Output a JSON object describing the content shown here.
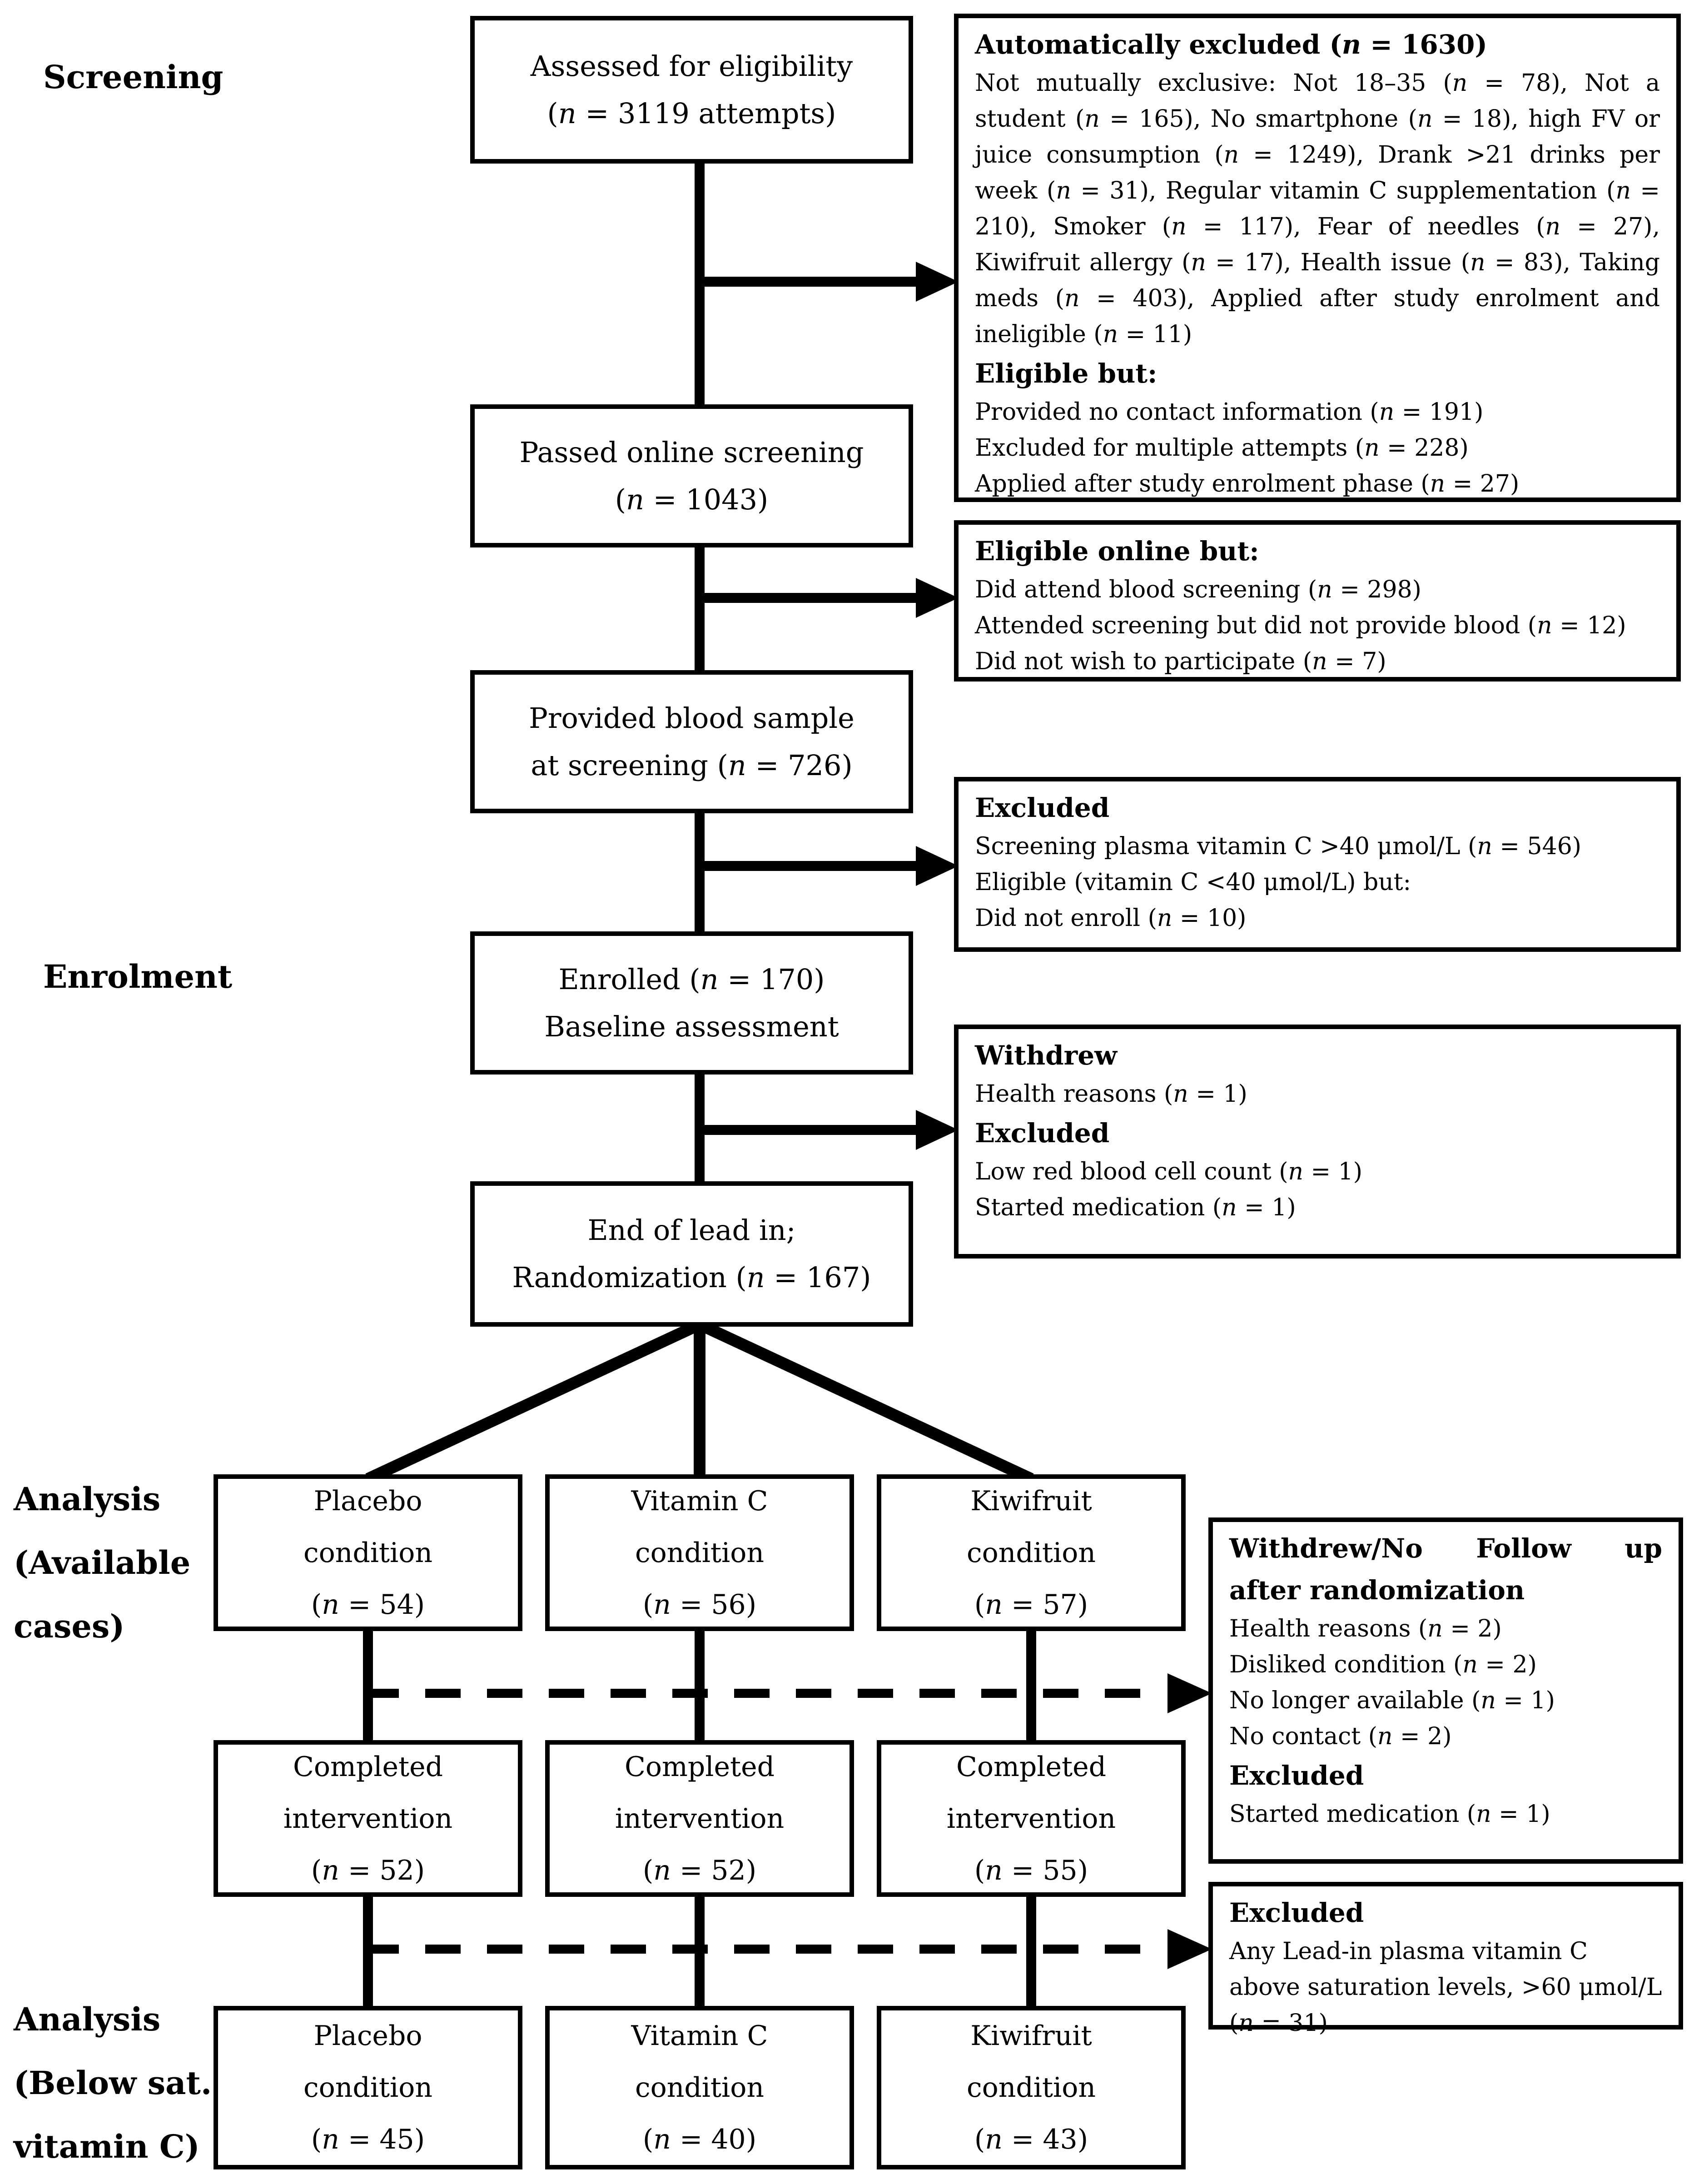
{
  "stage_labels": {
    "screening": "Screening",
    "enrolment": "Enrolment",
    "analysis_available": [
      "Analysis",
      "(Available",
      "cases)"
    ],
    "analysis_below": [
      "Analysis",
      "(Below sat.",
      "vitamin C)"
    ]
  },
  "flow_boxes": {
    "assessed": {
      "lines": [
        "Assessed for eligibility",
        "(n = 3119 attempts)"
      ]
    },
    "passed": {
      "lines": [
        "Passed online screening",
        "(n = 1043)"
      ]
    },
    "blood": {
      "lines": [
        "Provided blood sample",
        "at screening (n = 726)"
      ]
    },
    "enrolled": {
      "lines": [
        "Enrolled (n = 170)",
        "Baseline assessment"
      ]
    },
    "randomized": {
      "lines": [
        "End of lead in;",
        "Randomization (n = 167)"
      ]
    }
  },
  "side_boxes": {
    "auto_excluded": {
      "heading1": "Automatically excluded (n = 1630)",
      "para": "Not mutually exclusive: Not 18–35 (n = 78), Not a student (n = 165), No smartphone (n = 18), high FV or juice consumption (n = 1249), Drank >21 drinks per week (n = 31), Regular vitamin C supplementation (n = 210), Smoker (n = 117), Fear of needles (n = 27), Kiwifruit allergy (n = 17), Health issue (n = 83), Taking meds (n = 403), Applied after study enrolment and ineligible (n = 11)",
      "heading2": "Eligible but:",
      "items2": [
        "Provided no contact information (n = 191)",
        "Excluded for multiple attempts (n = 228)",
        "Applied after study enrolment phase (n = 27)"
      ]
    },
    "eligible_online": {
      "heading": "Eligible online but:",
      "items": [
        "Did attend blood screening (n = 298)",
        "Attended screening but did not provide blood (n = 12)",
        "Did not wish to participate (n = 7)"
      ]
    },
    "excluded_screening": {
      "heading": "Excluded",
      "items": [
        "Screening plasma vitamin C >40 μmol/L (n = 546)",
        "Eligible (vitamin C <40 μmol/L) but:",
        "Did not enroll (n = 10)"
      ]
    },
    "withdrew_leadin": {
      "heading1": "Withdrew",
      "items1": [
        "Health reasons (n = 1)"
      ],
      "heading2": "Excluded",
      "items2": [
        "Low red blood cell count (n = 1)",
        "Started medication (n = 1)"
      ]
    },
    "withdrew_random": {
      "heading_line1": "Withdrew/No Follow up",
      "heading_line2": "after randomization",
      "items1": [
        "Health reasons (n = 2)",
        "Disliked condition (n = 2)",
        "No longer available (n = 1)",
        "No contact (n = 2)"
      ],
      "heading2": "Excluded",
      "items2": [
        "Started medication (n = 1)"
      ]
    },
    "excluded_saturation": {
      "heading": "Excluded",
      "items": [
        "Any Lead-in plasma vitamin C above saturation levels, >60 μmol/L (n = 31)"
      ]
    }
  },
  "conditions": {
    "row_available": [
      {
        "lines": [
          "Placebo",
          "condition",
          "(n = 54)"
        ]
      },
      {
        "lines": [
          "Vitamin C",
          "condition",
          "(n = 56)"
        ]
      },
      {
        "lines": [
          "Kiwifruit",
          "condition",
          "(n = 57)"
        ]
      }
    ],
    "row_completed": [
      {
        "lines": [
          "Completed",
          "intervention",
          "(n = 52)"
        ]
      },
      {
        "lines": [
          "Completed",
          "intervention",
          "(n = 52)"
        ]
      },
      {
        "lines": [
          "Completed",
          "intervention",
          "(n = 55)"
        ]
      }
    ],
    "row_below_sat": [
      {
        "lines": [
          "Placebo",
          "condition",
          "(n = 45)"
        ]
      },
      {
        "lines": [
          "Vitamin C",
          "condition",
          "(n = 40)"
        ]
      },
      {
        "lines": [
          "Kiwifruit",
          "condition",
          "(n = 43)"
        ]
      }
    ]
  }
}
